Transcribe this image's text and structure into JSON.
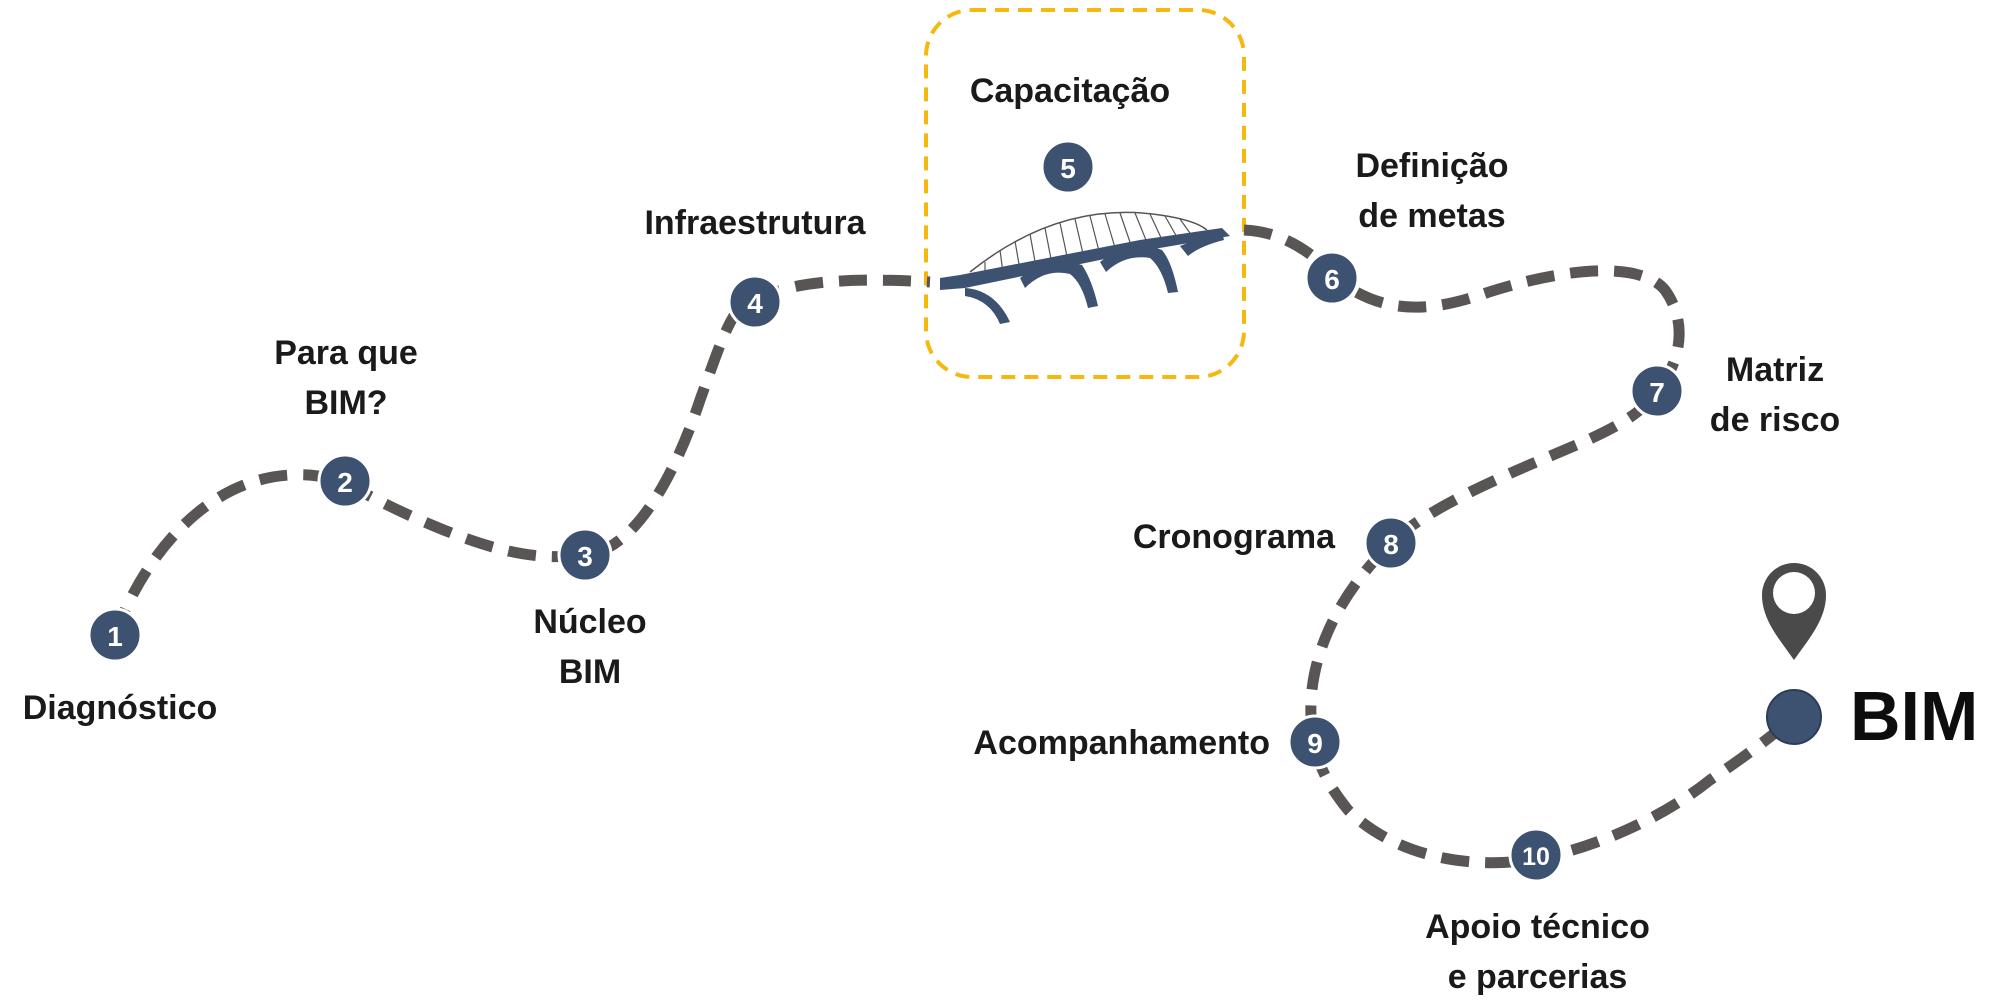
{
  "steps": [
    {
      "number": "1",
      "lines": [
        "Diagnóstico"
      ]
    },
    {
      "number": "2",
      "lines": [
        "Para que",
        "BIM?"
      ]
    },
    {
      "number": "3",
      "lines": [
        "Núcleo",
        "BIM"
      ]
    },
    {
      "number": "4",
      "lines": [
        "Infraestrutura"
      ]
    },
    {
      "number": "5",
      "lines": [
        "Capacitação"
      ]
    },
    {
      "number": "6",
      "lines": [
        "Definição",
        "de metas"
      ]
    },
    {
      "number": "7",
      "lines": [
        "Matriz",
        "de risco"
      ]
    },
    {
      "number": "8",
      "lines": [
        "Cronograma"
      ]
    },
    {
      "number": "9",
      "lines": [
        "Acompanhamento"
      ]
    },
    {
      "number": "10",
      "lines": [
        "Apoio técnico",
        "e parcerias"
      ]
    }
  ],
  "destination": {
    "label": "BIM",
    "icon": "location-pin-icon"
  },
  "highlight": {
    "icon": "bridge-icon",
    "step": "5"
  },
  "colors": {
    "node": "#3d5170",
    "path": "#5a5555",
    "highlight_border": "#f5b80f",
    "bridge": "#3d5170",
    "text": "#1a1a1a"
  }
}
